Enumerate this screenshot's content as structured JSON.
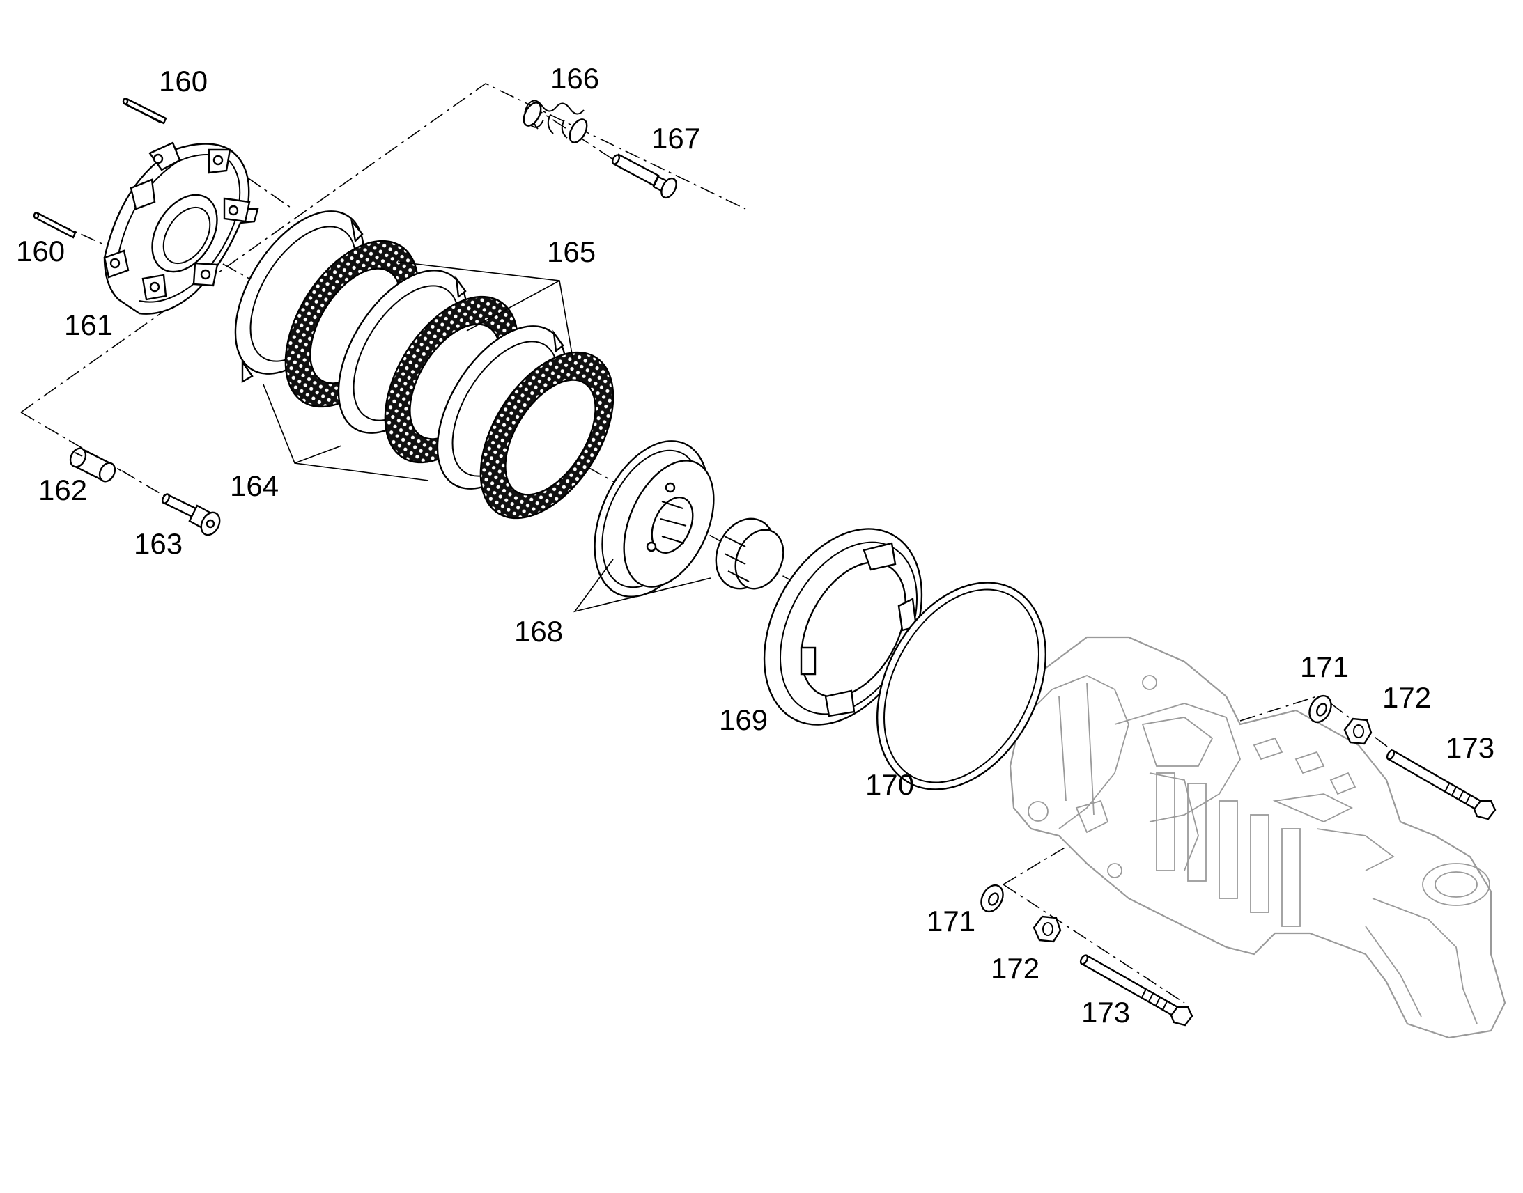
{
  "diagram": {
    "parts": [
      {
        "id": "p160a",
        "number": "160",
        "icon": "pin-icon"
      },
      {
        "id": "p160b",
        "number": "160",
        "icon": "pin-icon"
      },
      {
        "id": "p161",
        "number": "161",
        "icon": "brake-piston-icon"
      },
      {
        "id": "p162",
        "number": "162",
        "icon": "sleeve-icon"
      },
      {
        "id": "p163",
        "number": "163",
        "icon": "screw-icon"
      },
      {
        "id": "p164",
        "number": "164",
        "icon": "outer-disc-icon"
      },
      {
        "id": "p165",
        "number": "165",
        "icon": "inner-disc-icon"
      },
      {
        "id": "p166",
        "number": "166",
        "icon": "compression-spring-icon"
      },
      {
        "id": "p167",
        "number": "167",
        "icon": "bolt-icon"
      },
      {
        "id": "p168",
        "number": "168",
        "icon": "gear-hub-icon"
      },
      {
        "id": "p169",
        "number": "169",
        "icon": "annulus-carrier-icon"
      },
      {
        "id": "p170",
        "number": "170",
        "icon": "o-ring-icon"
      },
      {
        "id": "p171a",
        "number": "171",
        "icon": "washer-icon"
      },
      {
        "id": "p172a",
        "number": "172",
        "icon": "hex-nut-icon"
      },
      {
        "id": "p173a",
        "number": "173",
        "icon": "stud-bolt-icon"
      },
      {
        "id": "p171b",
        "number": "171",
        "icon": "washer-icon"
      },
      {
        "id": "p172b",
        "number": "172",
        "icon": "hex-nut-icon"
      },
      {
        "id": "p173b",
        "number": "173",
        "icon": "stud-bolt-icon"
      }
    ],
    "background_part": {
      "icon": "axle-housing-icon"
    }
  }
}
